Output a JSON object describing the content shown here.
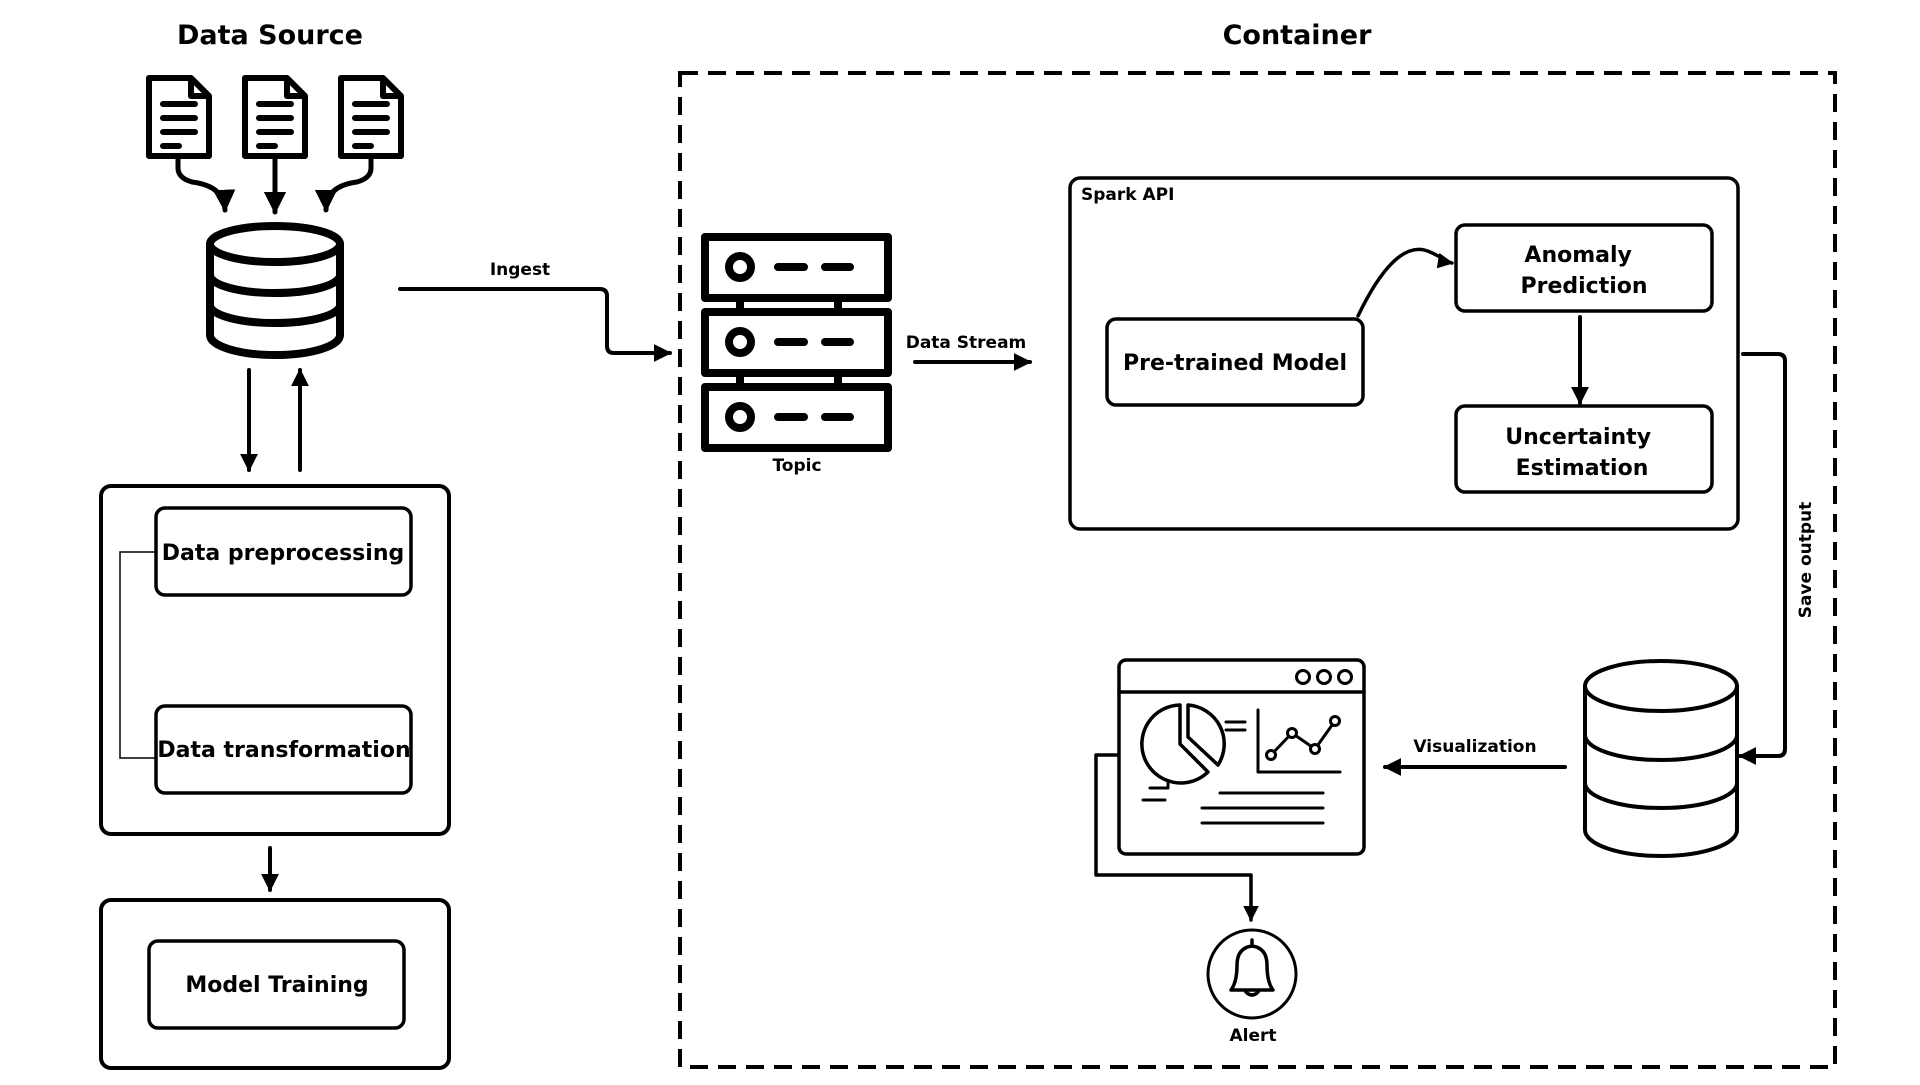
{
  "headers": {
    "data_source": "Data Source",
    "container": "Container"
  },
  "labels": {
    "ingest": "Ingest",
    "data_stream": "Data Stream",
    "topic": "Topic",
    "spark_api": "Spark API",
    "pretrained_model": "Pre-trained Model",
    "anomaly_prediction": [
      "Anomaly",
      "Prediction"
    ],
    "uncertainty_estimation": [
      "Uncertainty",
      "Estimation"
    ],
    "save_output": "Save output",
    "visualization": "Visualization",
    "alert": "Alert",
    "data_preprocessing": "Data preprocessing",
    "data_transformation": "Data transformation",
    "model_training": "Model Training"
  },
  "icons": {
    "documents": "document-icon",
    "database": "database-icon",
    "server": "server-stack-icon",
    "dashboard": "dashboard-window-icon",
    "alert": "bell-icon"
  },
  "colors": {
    "stroke": "#000000",
    "background": "#ffffff"
  }
}
